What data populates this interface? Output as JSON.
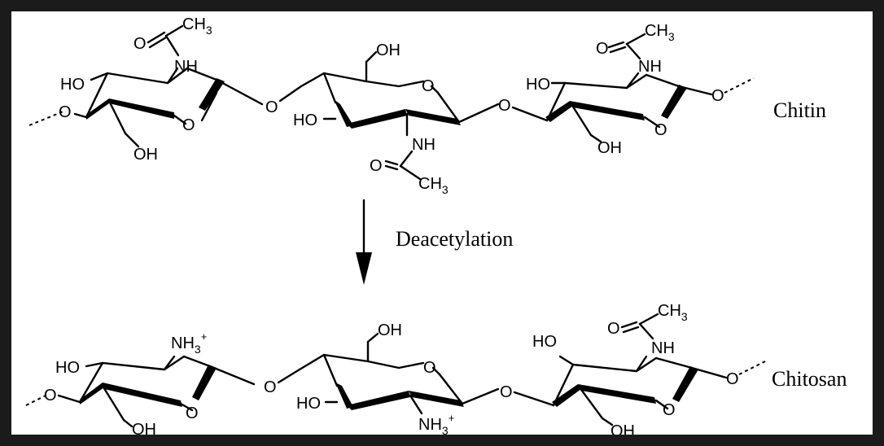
{
  "labels": {
    "chitin": "Chitin",
    "chitosan": "Chitosan",
    "reaction": "Deacetylation"
  },
  "atoms": {
    "ho": "HO",
    "oh": "OH",
    "o": "O",
    "nh": "NH",
    "ch": "CH",
    "nh_base": "NH",
    "sub3": "3",
    "plus": "+"
  }
}
